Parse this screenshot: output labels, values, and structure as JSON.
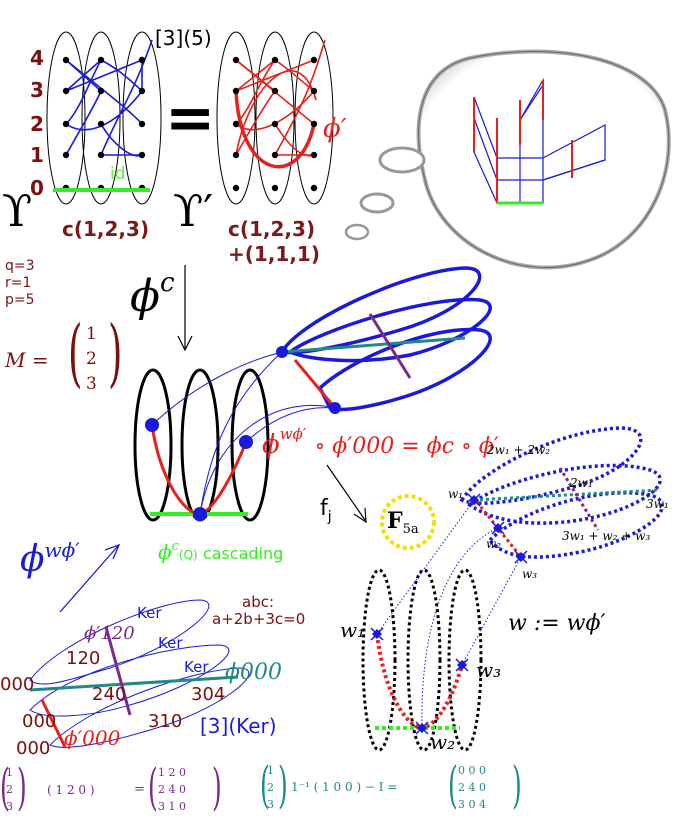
{
  "labels": {
    "index_top": "[3](5)",
    "y_ticks": [
      "4",
      "3",
      "2",
      "1",
      "0"
    ],
    "id_label": "id",
    "equals": "=",
    "upsilon": "ϒ",
    "upsilon_prime": "ϒ′",
    "c_left": "c(1,2,3)",
    "c_right_1": "c(1,2,3)",
    "c_right_2": "+(1,1,1)",
    "phi_prime": "ϕ′",
    "params": [
      "q=3",
      "r=1",
      "p=5"
    ],
    "phi_c": "ϕ",
    "phi_c_sup": "c",
    "M_label": "M =",
    "M_entries": [
      "1",
      "2",
      "3"
    ],
    "composition": "ϕ",
    "composition_sup": "wϕ′",
    "composition_rest": "∘ ϕ′000 = ϕc ∘ ϕ′",
    "cascading_prefix": "ϕ",
    "cascading_sup": "c",
    "cascading_q": "(Q)",
    "cascading_word": "cascading",
    "fj": "f",
    "fj_sub": "j",
    "F_label": "F",
    "F_sub": "5a",
    "phi_w": "ϕ",
    "phi_w_sup": "wϕ′",
    "weights_top": "2w₁ + 2w₂",
    "weights_2w1": "2w₁",
    "weights_3w1": "3w₁",
    "weights_sum": "3w₁ + w₂ + w₃",
    "w1_top": "w₁",
    "w2_top": "w₂",
    "w3_top": "w₃",
    "w_def": "w := wϕ′",
    "w1_bottom": "w₁",
    "w3_bottom": "w₃",
    "w2_bottom": "w₂",
    "ker_1": "Ker",
    "ker_2": "Ker",
    "ker_3": "Ker",
    "abc_1": "abc:",
    "abc_2": "a+2b+3c=0",
    "phi_120": "ϕ′120",
    "v120": "120",
    "v000_left": "000",
    "v240": "240",
    "v304": "304",
    "phi000": "ϕ000",
    "v000_mid": "000",
    "v310": "310",
    "v000_bottom": "000",
    "phi_prime_000": "ϕ′000",
    "ker_index": "[3](Ker)",
    "eq1_lhs_col": [
      "1",
      "2",
      "3"
    ],
    "eq1_lhs_row": "( 1   2   0 )",
    "eq1_equals": "=",
    "eq1_rows": [
      "1   2   0",
      "2   4   0",
      "3   1   0"
    ],
    "eq2_col": [
      "1",
      "2",
      "3"
    ],
    "eq2_mid": "1⁻¹ ( 1   0   0 ) − I =",
    "eq2_rows": [
      "0   0   0",
      "2   4   0",
      "3   0   4"
    ]
  },
  "colors": {
    "red": "#e8201c",
    "blue": "#1a1adc",
    "green": "#33ee22",
    "teal": "#228888",
    "purple": "#7a2a8a",
    "maroon": "#7a1010",
    "yellow": "#f2e000"
  }
}
